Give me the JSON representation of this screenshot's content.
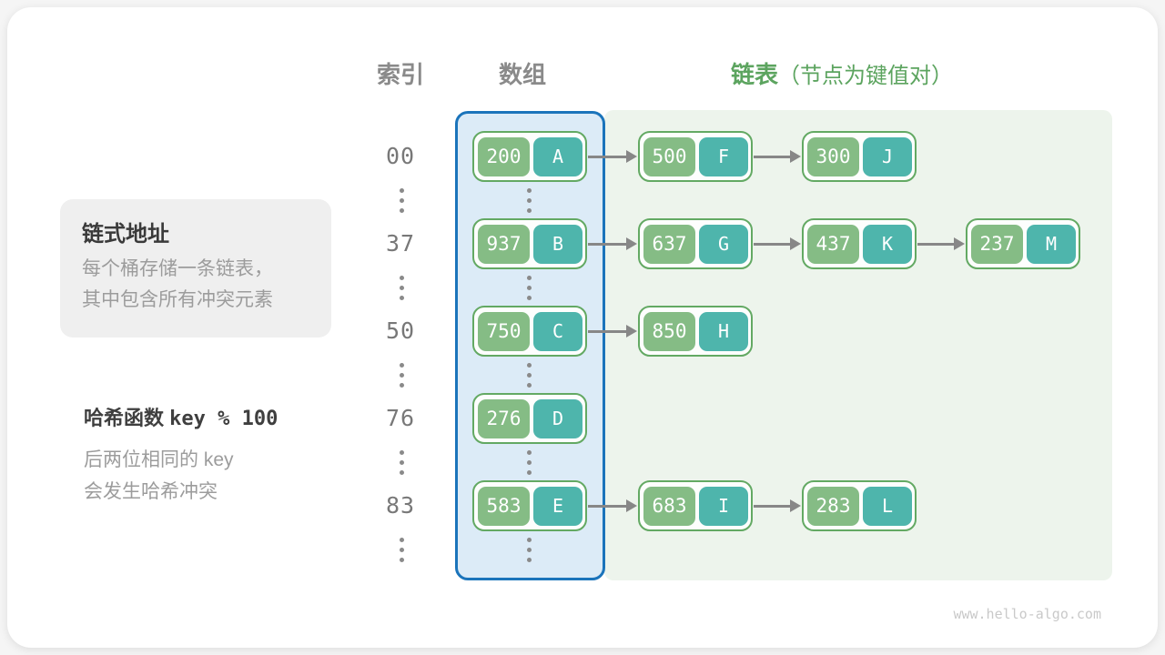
{
  "headers": {
    "index": "索引",
    "array": "数组",
    "list": "链表",
    "list_note": "（节点为键值对）"
  },
  "info_box": {
    "title": "链式地址",
    "line1": "每个桶存储一条链表，",
    "line2": "其中包含所有冲突元素"
  },
  "hash_note": {
    "title_text": "哈希函数",
    "title_code": "key % 100",
    "line1": "后两位相同的 key",
    "line2": "会发生哈希冲突"
  },
  "rows": [
    {
      "index": "00",
      "nodes": [
        {
          "key": "200",
          "value": "A"
        },
        {
          "key": "500",
          "value": "F"
        },
        {
          "key": "300",
          "value": "J"
        }
      ]
    },
    {
      "index": "37",
      "nodes": [
        {
          "key": "937",
          "value": "B"
        },
        {
          "key": "637",
          "value": "G"
        },
        {
          "key": "437",
          "value": "K"
        },
        {
          "key": "237",
          "value": "M"
        }
      ]
    },
    {
      "index": "50",
      "nodes": [
        {
          "key": "750",
          "value": "C"
        },
        {
          "key": "850",
          "value": "H"
        }
      ]
    },
    {
      "index": "76",
      "nodes": [
        {
          "key": "276",
          "value": "D"
        }
      ]
    },
    {
      "index": "83",
      "nodes": [
        {
          "key": "583",
          "value": "E"
        },
        {
          "key": "683",
          "value": "I"
        },
        {
          "key": "283",
          "value": "L"
        }
      ]
    }
  ],
  "colors": {
    "array_bg": "#dcebf7",
    "array_border": "#1b74bb",
    "list_bg": "#edf4ec",
    "node_border": "#63a963",
    "key_fill": "#85bc85",
    "value_fill": "#4eb5ac",
    "header_green": "#5ca45f",
    "arrow_gray": "#878787"
  },
  "watermark": "www.hello-algo.com"
}
